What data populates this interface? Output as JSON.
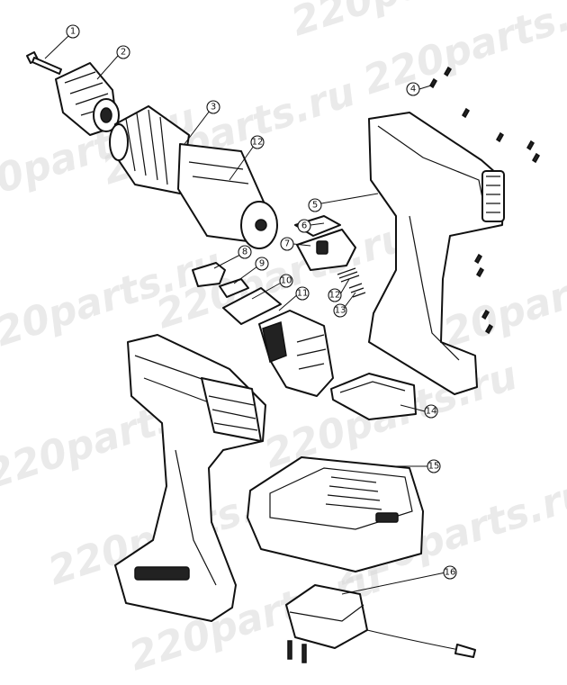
{
  "watermark": {
    "text": "220parts.ru"
  },
  "parts": [
    {
      "number": "1"
    },
    {
      "number": "2"
    },
    {
      "number": "3"
    },
    {
      "number": "4"
    },
    {
      "number": "5"
    },
    {
      "number": "6"
    },
    {
      "number": "7"
    },
    {
      "number": "8"
    },
    {
      "number": "9"
    },
    {
      "number": "10"
    },
    {
      "number": "11"
    },
    {
      "number": "12"
    },
    {
      "number": "13"
    },
    {
      "number": "14"
    },
    {
      "number": "15"
    },
    {
      "number": "16"
    }
  ],
  "motor_callout": {
    "number": "12"
  },
  "gearbox_callout": {
    "number": "11"
  }
}
